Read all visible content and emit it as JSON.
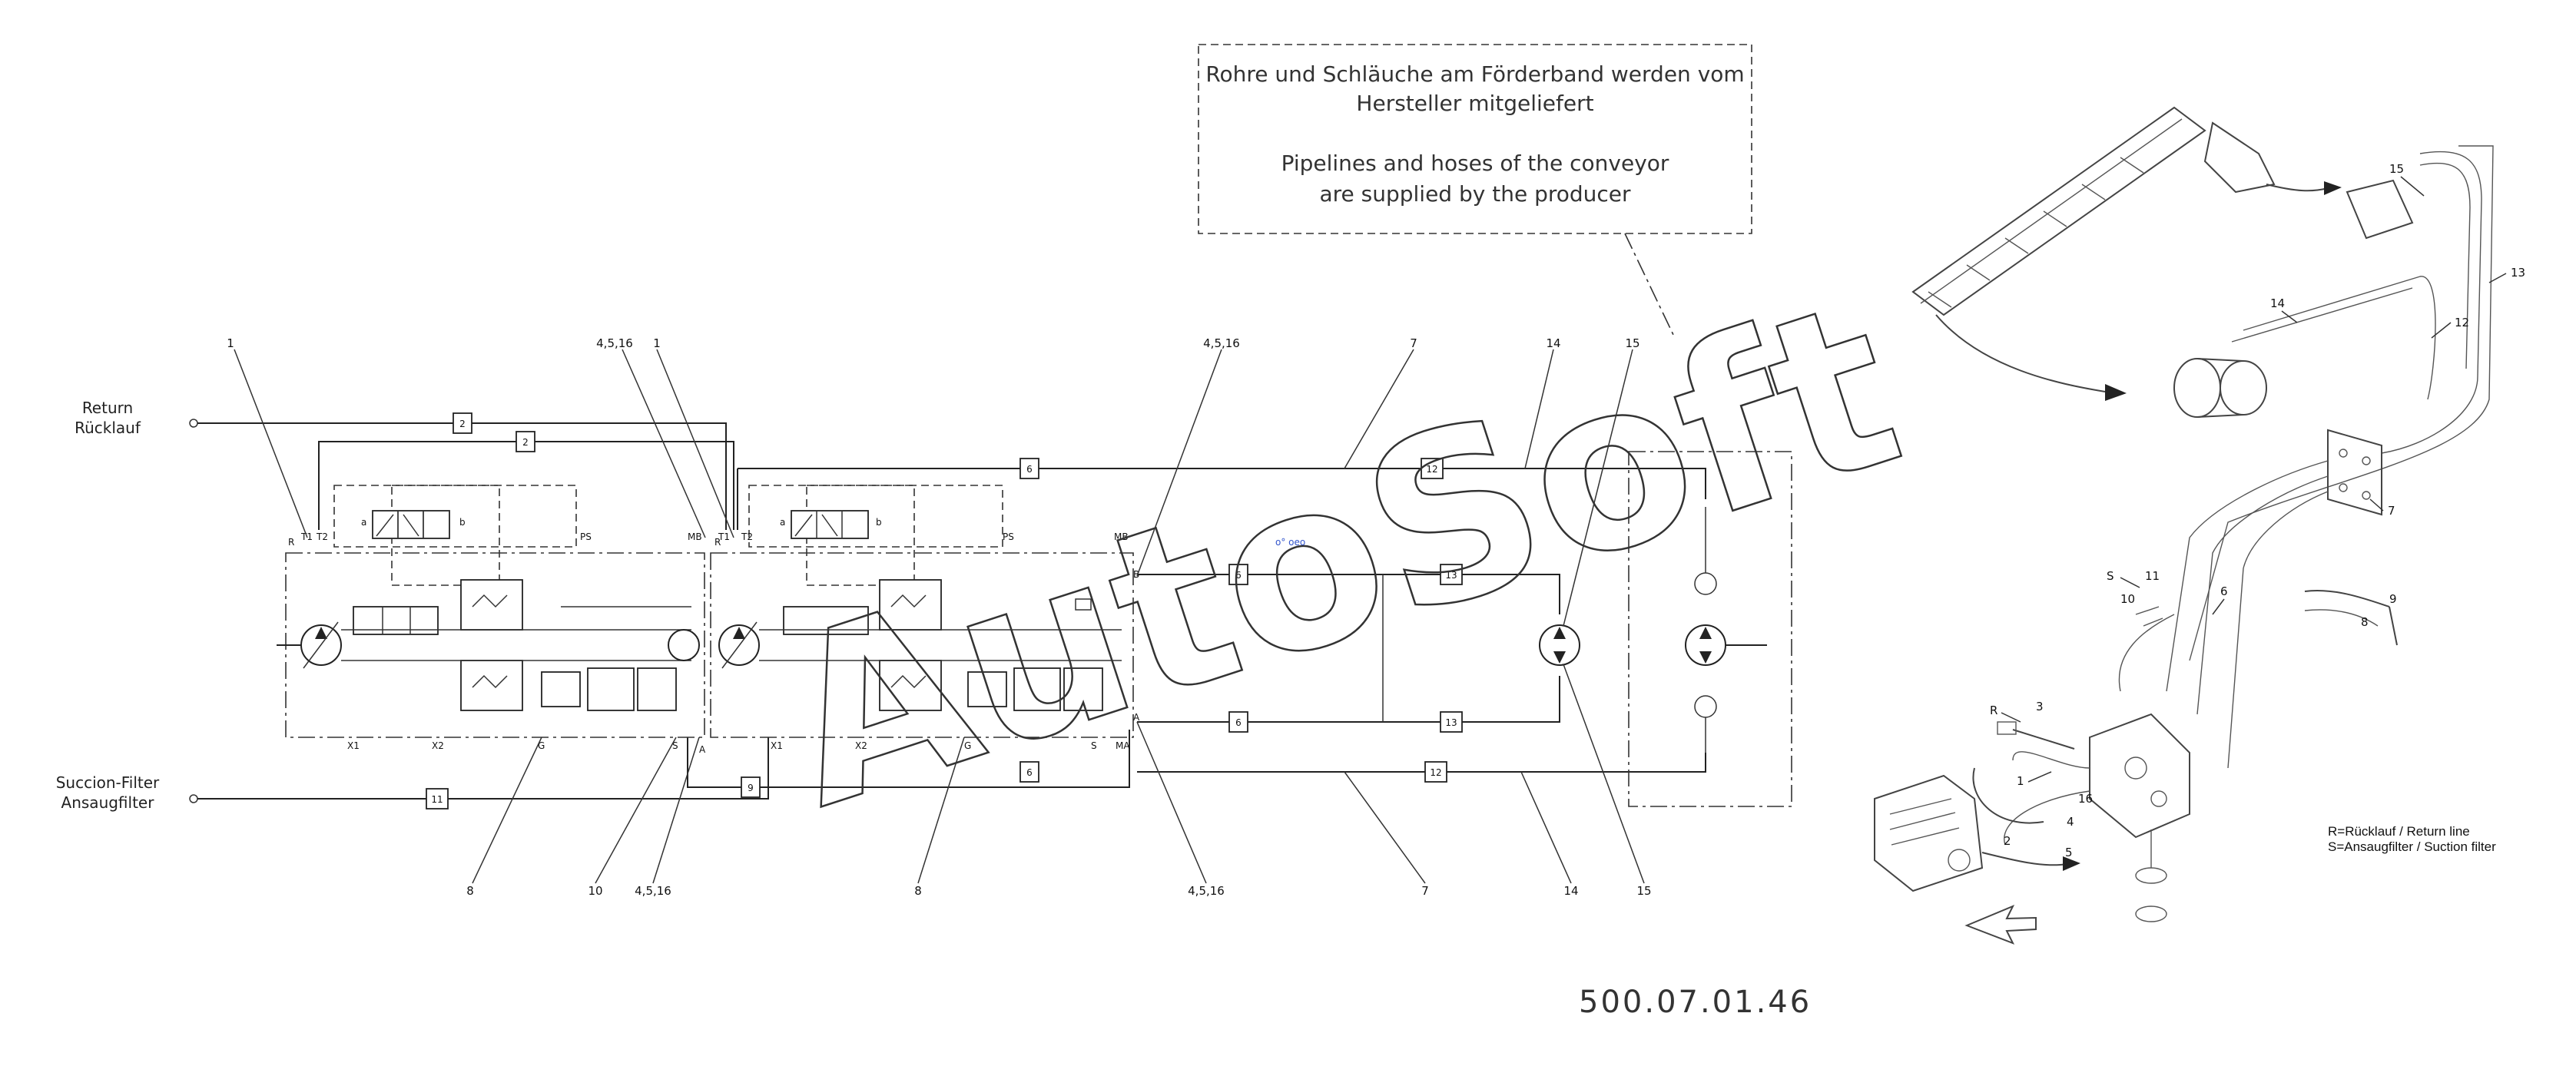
{
  "note": {
    "de_line1": "Rohre und Schläuche am Förderband werden vom",
    "de_line2": "Hersteller mitgeliefert",
    "en_line1": "Pipelines and hoses of the conveyor",
    "en_line2": "are supplied by the producer"
  },
  "labels": {
    "return_en": "Return",
    "return_de": "Rücklauf",
    "suction_es": "Succion-Filter",
    "suction_de": "Ansaugfilter"
  },
  "legend": {
    "line1": "R=Rücklauf / Return line",
    "line2": "S=Ansaugfilter / Suction filter"
  },
  "doc_number": "500.07.01.46",
  "watermark": "AutoSoft",
  "callouts_top": [
    "1",
    "4,5,16",
    "1",
    "4,5,16",
    "7",
    "14",
    "15"
  ],
  "callouts_bottom": [
    "8",
    "10",
    "4,5,16",
    "8",
    "4,5,16",
    "7",
    "14",
    "15"
  ],
  "port_labels": {
    "R": "R",
    "T1": "T1",
    "T2": "T2",
    "PS": "PS",
    "MB": "MB",
    "B": "B",
    "X1": "X1",
    "X2": "X2",
    "G": "G",
    "S": "S",
    "MA": "MA",
    "A": "A",
    "a": "a",
    "b": "b"
  },
  "hose_tags": [
    "2",
    "2",
    "6",
    "12",
    "6",
    "13",
    "6",
    "13",
    "6",
    "12",
    "11",
    "9"
  ],
  "iso_callouts": [
    "15",
    "13",
    "14",
    "12",
    "7",
    "S",
    "11",
    "10",
    "6",
    "9",
    "8",
    "R",
    "3",
    "1",
    "2",
    "5",
    "4",
    "16"
  ],
  "colors": {
    "line": "#222222",
    "accent_blue": "#3355cc"
  }
}
